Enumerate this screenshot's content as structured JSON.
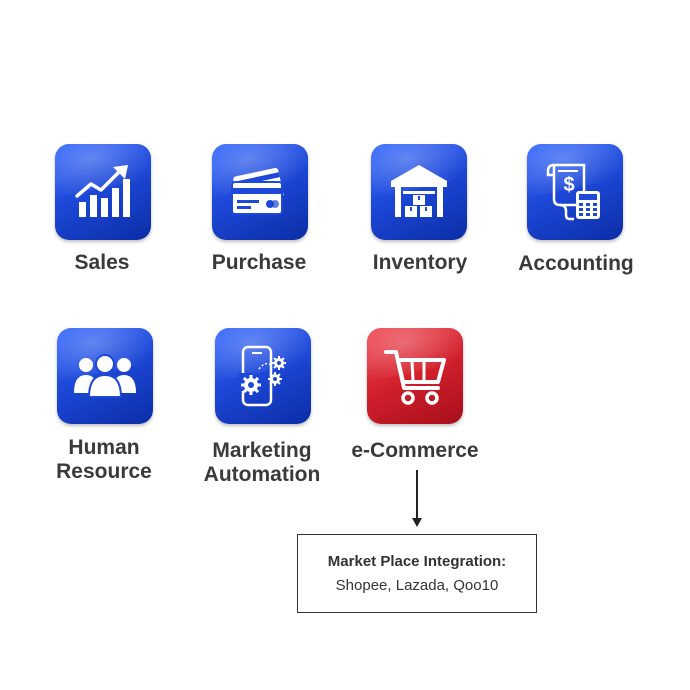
{
  "modules": [
    {
      "id": "sales",
      "label": "Sales",
      "icon": "growth-chart-icon"
    },
    {
      "id": "purchase",
      "label": "Purchase",
      "icon": "credit-cards-icon"
    },
    {
      "id": "inventory",
      "label": "Inventory",
      "icon": "warehouse-icon"
    },
    {
      "id": "accounting",
      "label": "Accounting",
      "icon": "invoice-calculator-icon"
    },
    {
      "id": "human-resource",
      "label_line1": "Human",
      "label_line2": "Resource",
      "icon": "people-group-icon"
    },
    {
      "id": "marketing-automation",
      "label_line1": "Marketing",
      "label_line2": "Automation",
      "icon": "phone-gears-icon"
    },
    {
      "id": "e-commerce",
      "label": "e-Commerce",
      "icon": "shopping-cart-icon"
    }
  ],
  "integration_box": {
    "title": "Market Place Integration:",
    "platforms": "Shopee, Lazada, Qoo10"
  },
  "colors": {
    "tile_blue": "#1d48d8",
    "tile_red": "#d21f2c",
    "label_text": "#3a3a3a"
  }
}
